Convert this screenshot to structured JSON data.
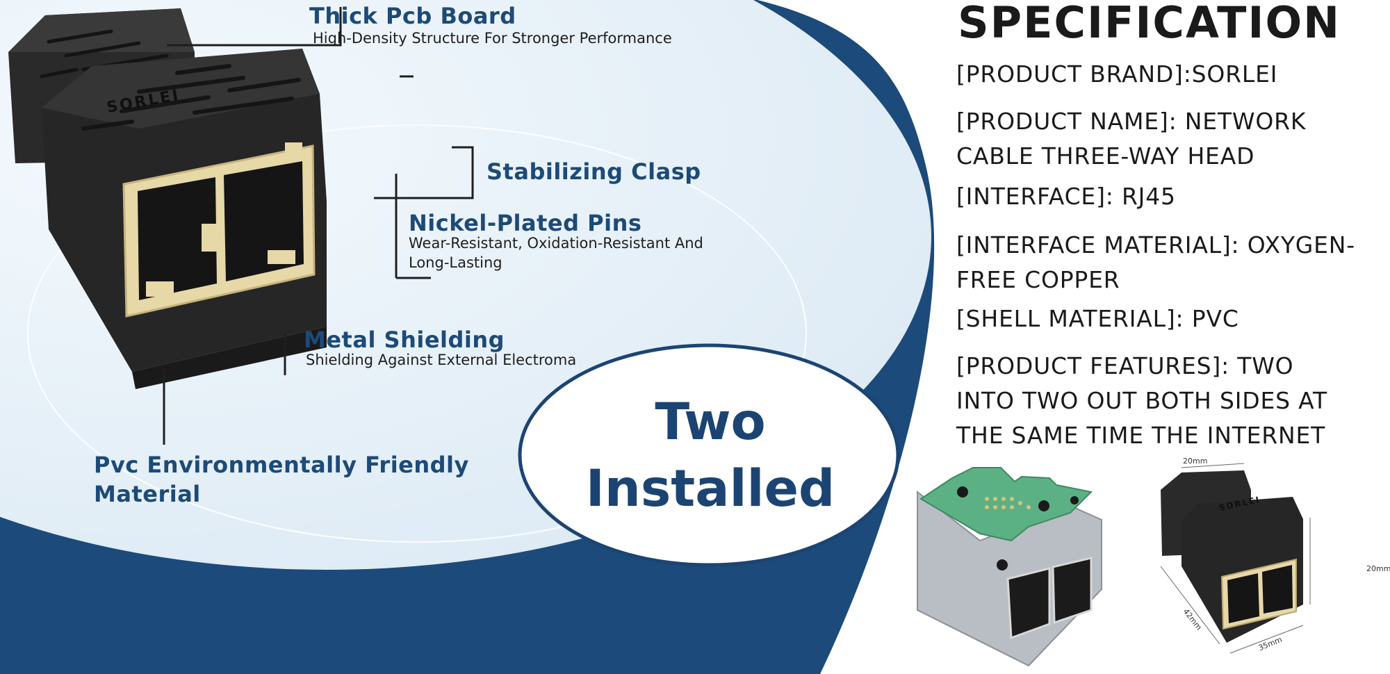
{
  "features": {
    "pcb": {
      "title": "Thick Pcb Board",
      "subtitle": "High-Density Structure For Stronger Performance"
    },
    "clasp": {
      "title": "Stabilizing Clasp"
    },
    "pins": {
      "title": "Nickel-Plated Pins",
      "subtitle_line1": "Wear-Resistant, Oxidation-Resistant And",
      "subtitle_line2": "Long-Lasting"
    },
    "shield": {
      "title": "Metal Shielding",
      "subtitle": "Shielding Against External Electroma"
    },
    "pvc": {
      "title_line1": "Pvc Environmentally Friendly",
      "title_line2": "Material"
    }
  },
  "badge": {
    "line1": "Two",
    "line2": "Installed"
  },
  "product": {
    "logo": "SORLEI"
  },
  "spec": {
    "heading": "SPECIFICATION",
    "items": [
      {
        "line1": "[PRODUCT BRAND]:SORLEI"
      },
      {
        "line1": "[PRODUCT NAME]: NETWORK",
        "line2": "CABLE THREE-WAY HEAD"
      },
      {
        "line1": "[INTERFACE]: RJ45"
      },
      {
        "line1": "[INTERFACE MATERIAL]: OXYGEN-",
        "line2": "FREE COPPER"
      },
      {
        "line1": "[SHELL MATERIAL]: PVC"
      },
      {
        "line1": "[PRODUCT FEATURES]: TWO",
        "line2": "INTO TWO OUT BOTH SIDES AT",
        "line3": "THE SAME TIME THE INTERNET"
      }
    ]
  },
  "dimensions": {
    "top": "20mm",
    "right": "20mm",
    "left": "42mm",
    "bottom": "35mm"
  },
  "colors": {
    "navy": "#1d4a78",
    "light_blue": "#eaf3fa",
    "connector_black": "#1f1f1f",
    "pcb_green": "#5cb184"
  }
}
